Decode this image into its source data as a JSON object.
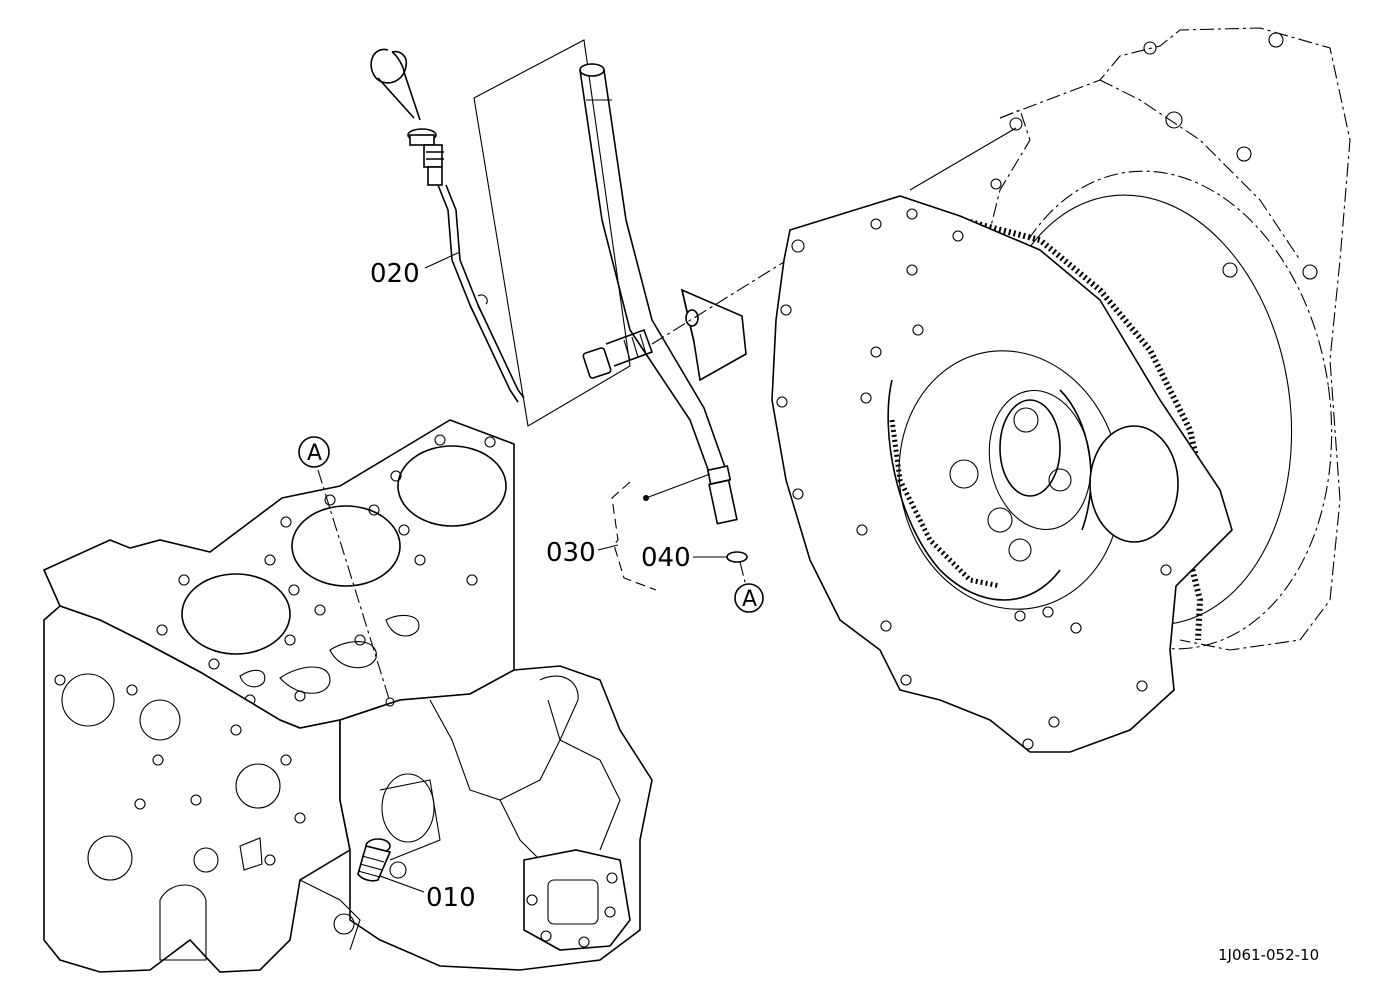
{
  "parts": {
    "p010": {
      "label": "010",
      "name_icon": "oil-filler-plug-icon"
    },
    "p020": {
      "label": "020",
      "name_icon": "dipstick-icon"
    },
    "p030": {
      "label": "030",
      "name_icon": "dipstick-guide-icon"
    },
    "p040": {
      "label": "040",
      "name_icon": "o-ring-icon"
    }
  },
  "references": {
    "ref_a_top": {
      "label": "A"
    },
    "ref_a_bottom": {
      "label": "A"
    }
  },
  "figure_id": "1J061-052-10",
  "colors": {
    "line": "#000000",
    "background": "#ffffff"
  }
}
